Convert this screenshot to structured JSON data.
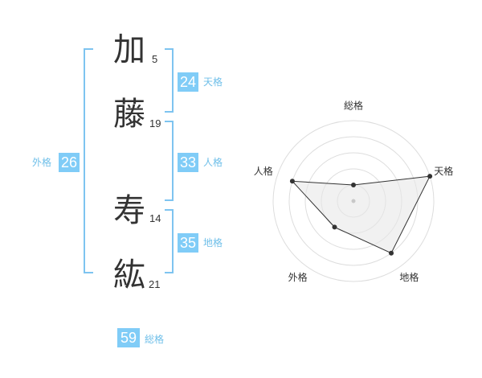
{
  "name": {
    "chars": [
      {
        "char": "加",
        "strokes": "5"
      },
      {
        "char": "藤",
        "strokes": "19"
      },
      {
        "char": "寿",
        "strokes": "14"
      },
      {
        "char": "紘",
        "strokes": "21"
      }
    ]
  },
  "gokaku": {
    "tenkaku": {
      "value": "24",
      "label": "天格"
    },
    "jinkaku": {
      "value": "33",
      "label": "人格"
    },
    "chikaku": {
      "value": "35",
      "label": "地格"
    },
    "gaikaku": {
      "value": "26",
      "label": "外格"
    },
    "soukaku": {
      "value": "59",
      "label": "総格"
    }
  },
  "chart_data": {
    "type": "radar",
    "axes": [
      "総格",
      "天格",
      "地格",
      "外格",
      "人格"
    ],
    "values": [
      1,
      5,
      4,
      2,
      4
    ],
    "rmax": 5,
    "rings": 5,
    "colors": {
      "ring": "#dddddd",
      "fill": "#e8e8e8",
      "line": "#333333",
      "center": "#c8c8c8"
    }
  }
}
